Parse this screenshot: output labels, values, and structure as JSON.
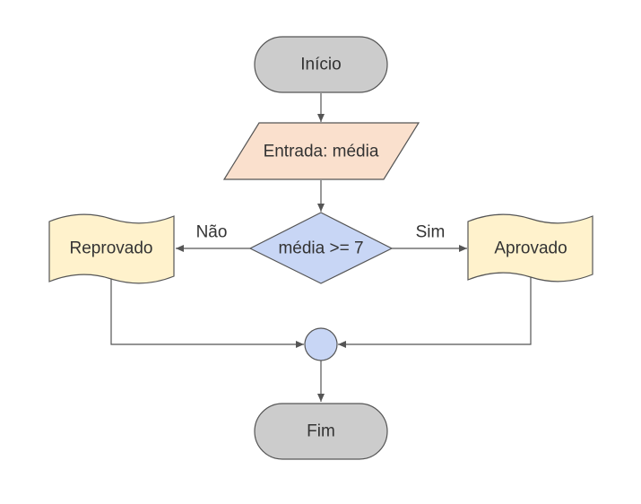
{
  "nodes": {
    "start": {
      "label": "Início",
      "fill": "#cccccc"
    },
    "input": {
      "label": "Entrada: média",
      "fill": "#fae0cd"
    },
    "decision": {
      "label": "média >= 7",
      "fill": "#c8d6f5"
    },
    "fail": {
      "label": "Reprovado",
      "fill": "#fff2cc"
    },
    "pass": {
      "label": "Aprovado",
      "fill": "#fff2cc"
    },
    "merge": {
      "fill": "#c8d6f5"
    },
    "end": {
      "label": "Fim",
      "fill": "#cccccc"
    }
  },
  "edges": {
    "no_label": "Não",
    "yes_label": "Sim"
  }
}
